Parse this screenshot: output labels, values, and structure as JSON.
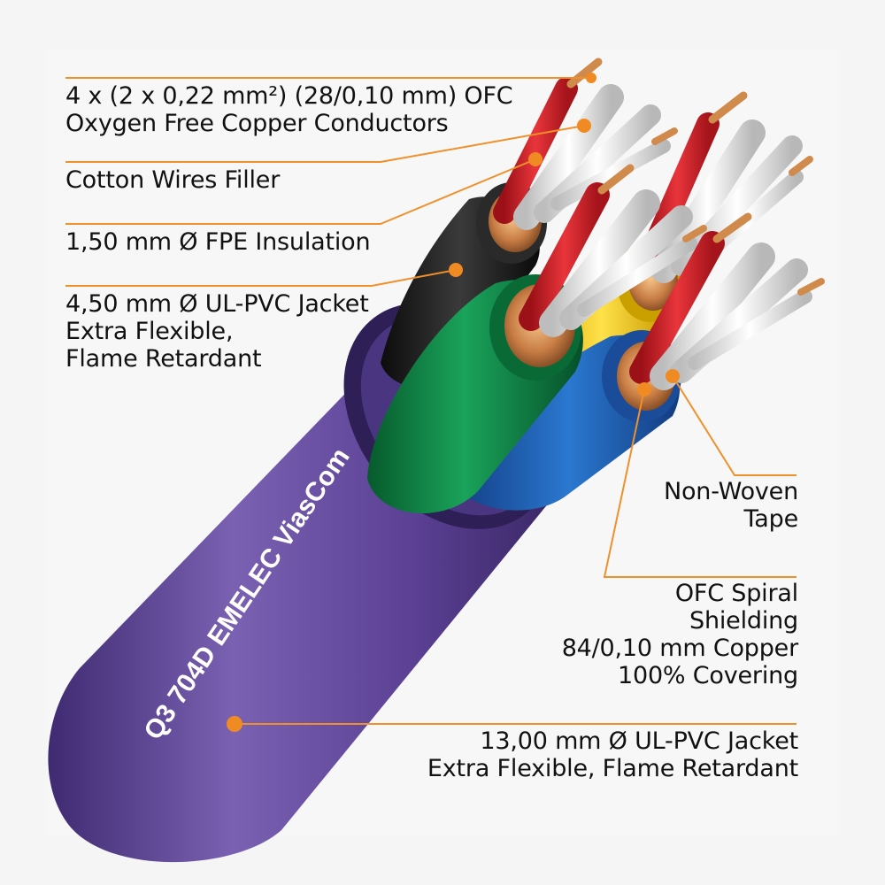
{
  "colors": {
    "leader": "#f0902a",
    "dot": "#f08a22",
    "outer_jacket": "#5a3f92",
    "pair_jackets": [
      "#1b1b1b",
      "#0b7a3e",
      "#f2c500",
      "#1c5fb4"
    ],
    "insulation_red": "#d2232a",
    "copper": "#c87d44"
  },
  "cable_print": "Q3 704D   EMELEC ViasCom",
  "labels": [
    {
      "id": "conductors",
      "lines": [
        "4 x (2 x 0,22 mm²) (28/0,10 mm) OFC",
        "Oxygen Free Copper Conductors"
      ]
    },
    {
      "id": "filler",
      "lines": [
        "Cotton Wires Filler"
      ]
    },
    {
      "id": "insulation",
      "lines": [
        "1,50 mm Ø FPE Insulation"
      ]
    },
    {
      "id": "inner_jacket",
      "lines": [
        "4,50 mm Ø UL-PVC Jacket",
        "Extra Flexible,",
        "Flame Retardant"
      ]
    },
    {
      "id": "tape",
      "lines": [
        "Non-Woven",
        "Tape"
      ]
    },
    {
      "id": "shielding",
      "lines": [
        "OFC Spiral",
        "Shielding",
        "84/0,10 mm Copper",
        "100% Covering"
      ]
    },
    {
      "id": "outer_jacket",
      "lines": [
        "13,00 mm Ø UL-PVC Jacket",
        "Extra Flexible, Flame Retardant"
      ]
    }
  ]
}
